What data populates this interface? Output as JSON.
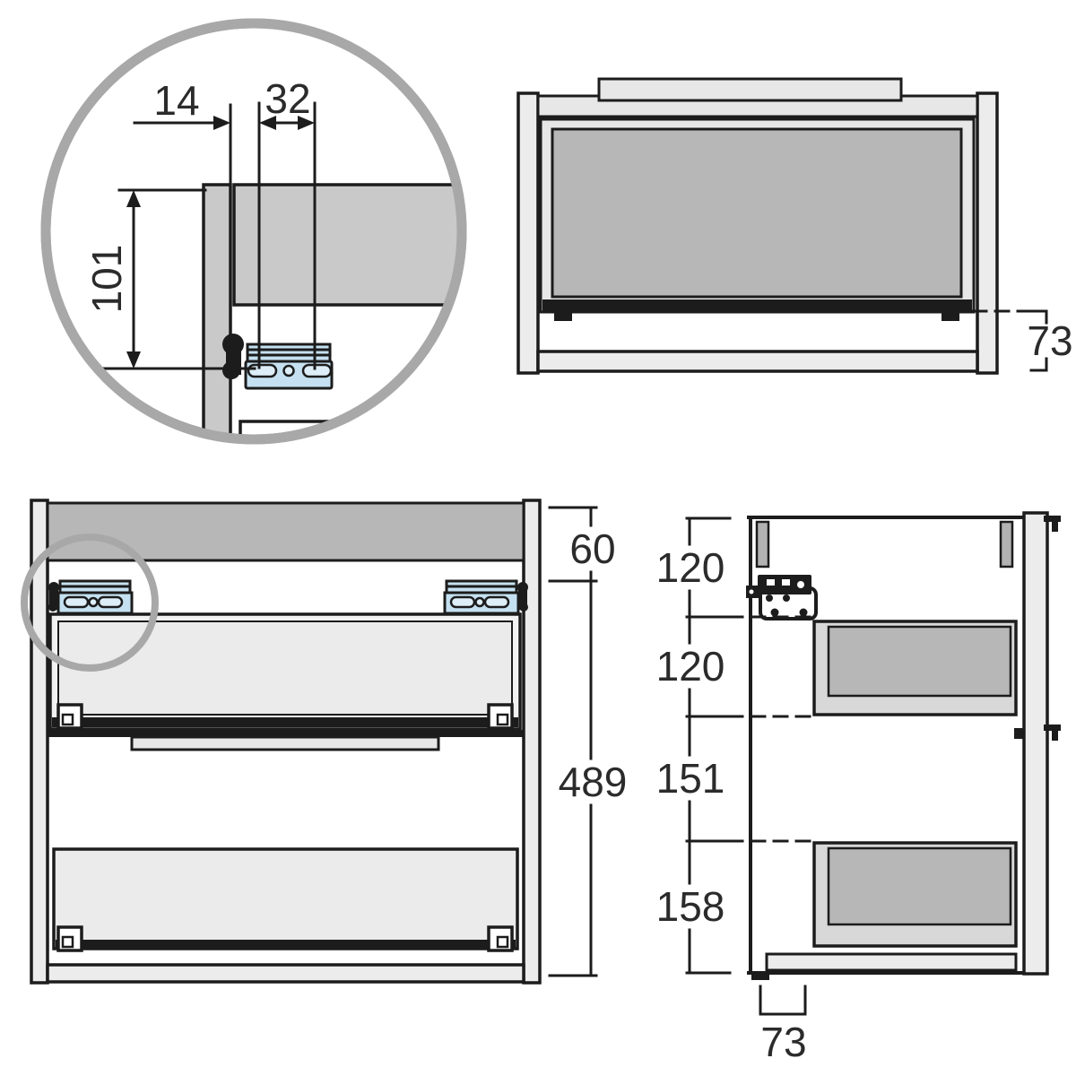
{
  "title": "cabinet-drawer-mounting-technical-drawing",
  "colors": {
    "background": "#ffffff",
    "line": "#1c1c1c",
    "dim_text": "#2b2b2b",
    "panel_light": "#ececec",
    "panel_mid": "#b7b7b7",
    "panel_section": "#c9c9c9",
    "panel_soft": "#e7e7e7",
    "drawer_face": "#f2f2f2",
    "drawer_inner": "#ebebeb",
    "side_drawer_border": "#d8d8d8",
    "rail_gray": "#b2b2b2",
    "bracket_blue": "#c5e1f1",
    "bracket_blue_light": "#ddeef8",
    "detail_ring": "#a8a8a8"
  },
  "detail_view": {
    "dim_front_offset": "14",
    "dim_hole_pitch": "32",
    "dim_bracket_height": "101"
  },
  "front_view": {
    "dim_plinth_height": "73"
  },
  "open_front_view": {
    "dim_top_rail": "60",
    "dim_interior_height": "489"
  },
  "side_view": {
    "dim_segment_1": "120",
    "dim_segment_2": "120",
    "dim_segment_3": "151",
    "dim_segment_4": "158",
    "dim_plinth_depth": "73"
  }
}
